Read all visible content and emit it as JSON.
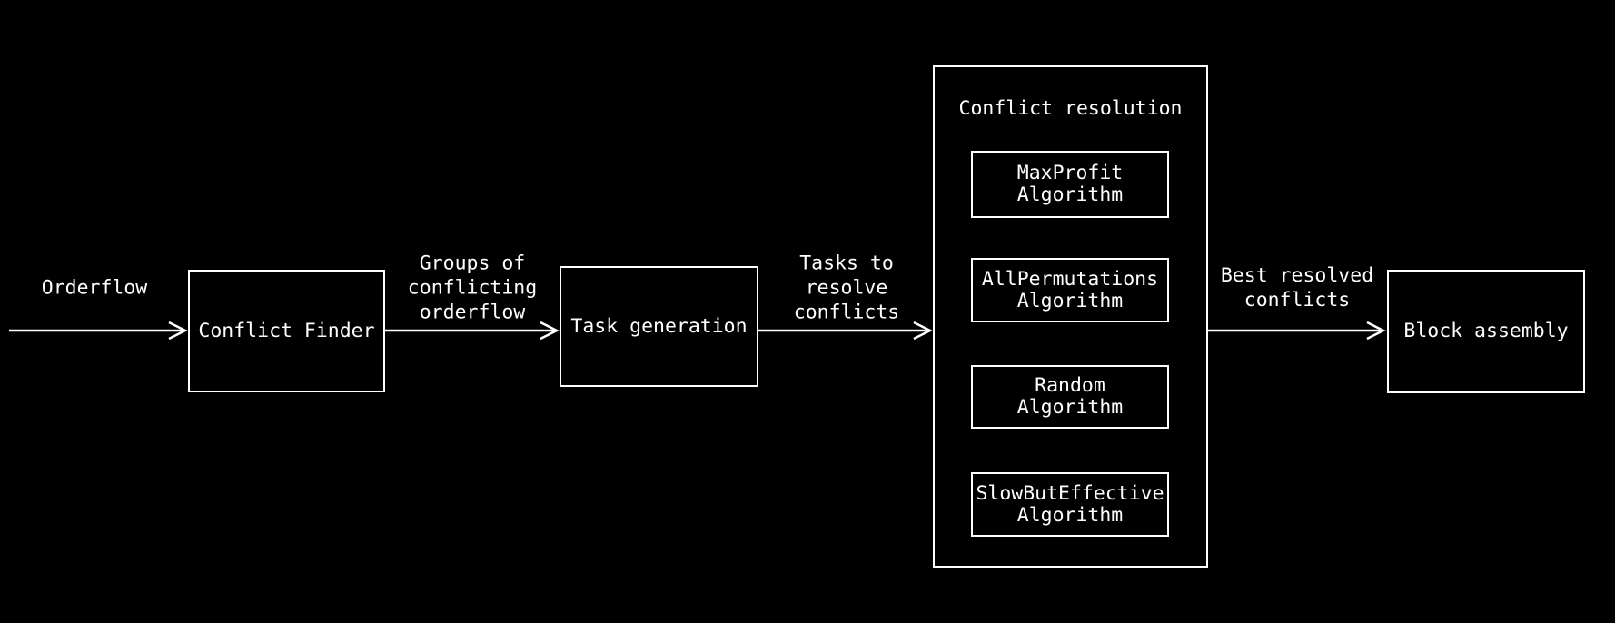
{
  "colors": {
    "background": "#000000",
    "stroke": "#ffffff",
    "text": "#ffffff"
  },
  "diagram": {
    "nodes": {
      "conflict_finder": {
        "label": "Conflict Finder"
      },
      "task_generation": {
        "label": "Task generation"
      },
      "conflict_resolution": {
        "title": "Conflict resolution",
        "algorithms": [
          {
            "line1": "MaxProfit",
            "line2": "Algorithm"
          },
          {
            "line1": "AllPermutations",
            "line2": "Algorithm"
          },
          {
            "line1": "Random",
            "line2": "Algorithm"
          },
          {
            "line1": "SlowButEffective",
            "line2": "Algorithm"
          }
        ]
      },
      "block_assembly": {
        "label": "Block assembly"
      }
    },
    "edges": [
      {
        "from": "input",
        "to": "conflict_finder",
        "label_lines": [
          "Orderflow"
        ]
      },
      {
        "from": "conflict_finder",
        "to": "task_generation",
        "label_lines": [
          "Groups of",
          "conflicting",
          "orderflow"
        ]
      },
      {
        "from": "task_generation",
        "to": "conflict_resolution",
        "label_lines": [
          "Tasks to",
          "resolve",
          "conflicts"
        ]
      },
      {
        "from": "conflict_resolution",
        "to": "block_assembly",
        "label_lines": [
          "Best resolved",
          "conflicts"
        ]
      }
    ]
  }
}
